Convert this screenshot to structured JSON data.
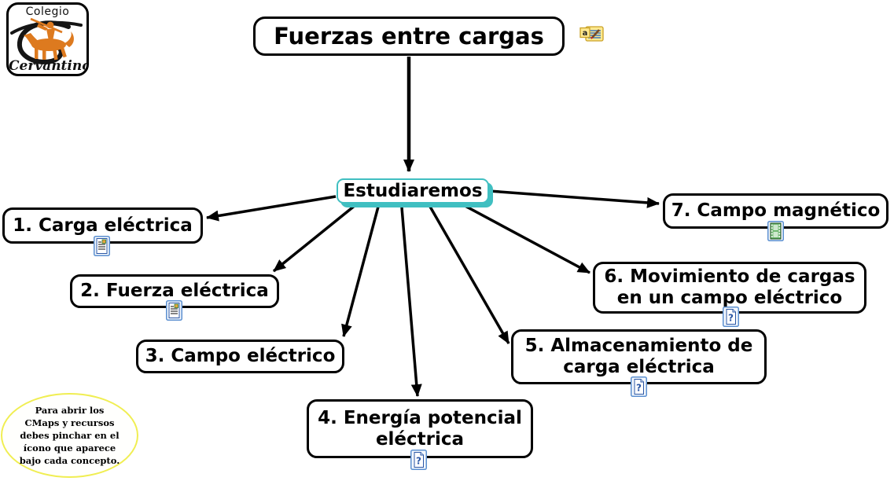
{
  "title": {
    "label": "Fuerzas entre cargas",
    "icon": "text-annotation-icon"
  },
  "root_node": {
    "label": "Estudiaremos"
  },
  "concepts": [
    {
      "label": "1. Carga eléctrica",
      "resource_icon": "cmap-document-icon"
    },
    {
      "label": "2. Fuerza eléctrica",
      "resource_icon": "cmap-document-icon"
    },
    {
      "label": "3. Campo eléctrico",
      "resource_icon": null
    },
    {
      "label": "4. Energía potencial\neléctrica",
      "resource_icon": "question-document-icon"
    },
    {
      "label": "5. Almacenamiento de\ncarga eléctrica",
      "resource_icon": "question-document-icon"
    },
    {
      "label": "6. Movimiento de cargas\nen un campo eléctrico",
      "resource_icon": "question-document-icon"
    },
    {
      "label": "7. Campo magnético",
      "resource_icon": "video-film-icon"
    }
  ],
  "note": {
    "text": "Para abrir los\nCMaps y  recursos\ndebes pinchar en el\nícono que aparece\nbajo cada concepto."
  },
  "logo": {
    "top_text": "Colegio",
    "bottom_text": "Cervantino"
  },
  "icon_glyphs": {
    "annotation_a": "a",
    "question_mark": "?"
  },
  "colors": {
    "accent_teal": "#40bfc1",
    "node_border": "#000000",
    "note_ellipse_yellow": "#f0ee52",
    "logo_orange": "#dd7a1f",
    "resource_icon_blue": "#5b8fd0"
  }
}
